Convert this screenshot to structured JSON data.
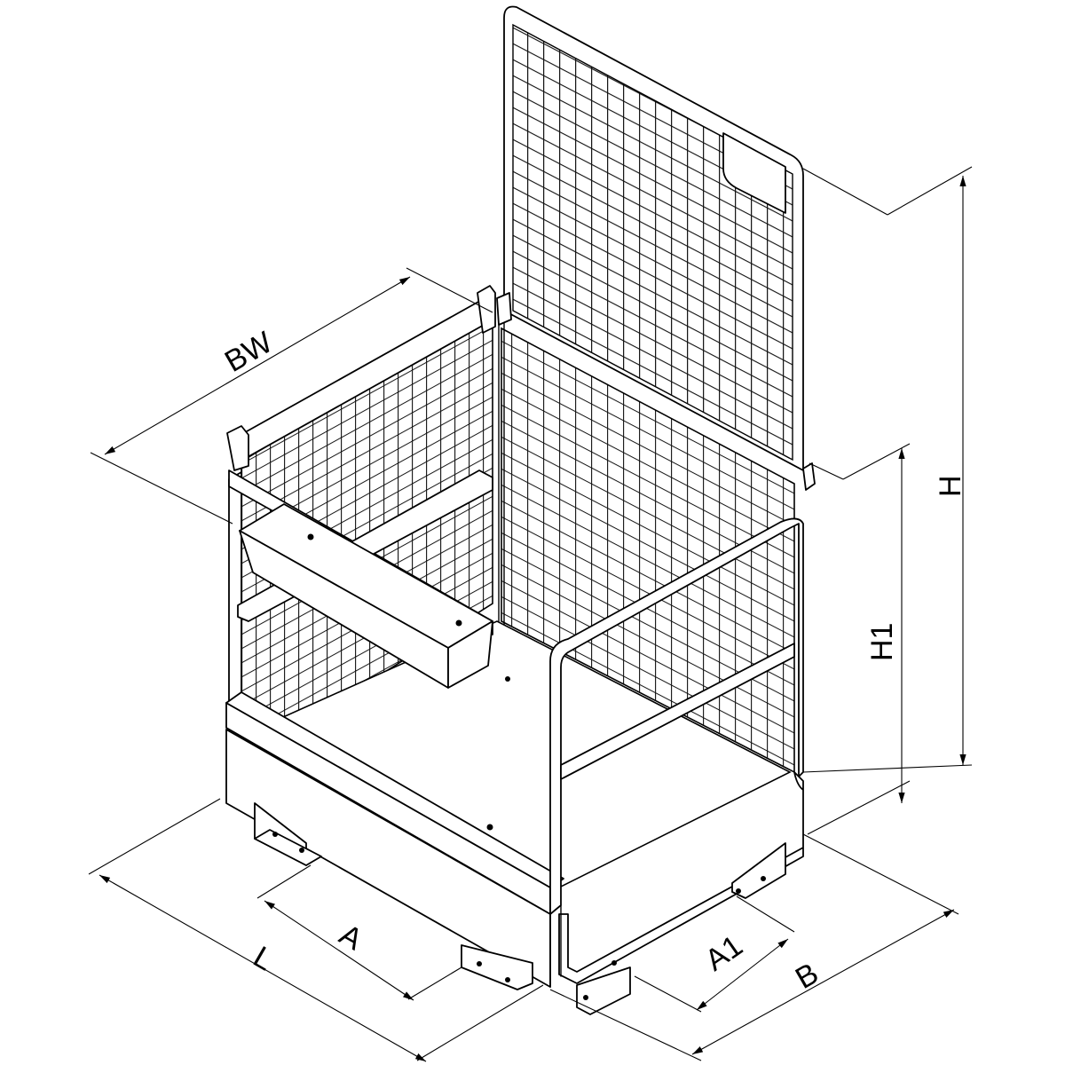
{
  "drawing": {
    "type": "isometric technical drawing",
    "subject": "work platform / safety cage with mesh walls, hinged top mesh panel, tool tray and fork pockets",
    "line_color": "#000000",
    "background": "#ffffff"
  },
  "dimensions": {
    "BW": "BW",
    "H": "H",
    "H1": "H1",
    "L": "L",
    "A": "A",
    "A1": "A1",
    "B": "B"
  }
}
